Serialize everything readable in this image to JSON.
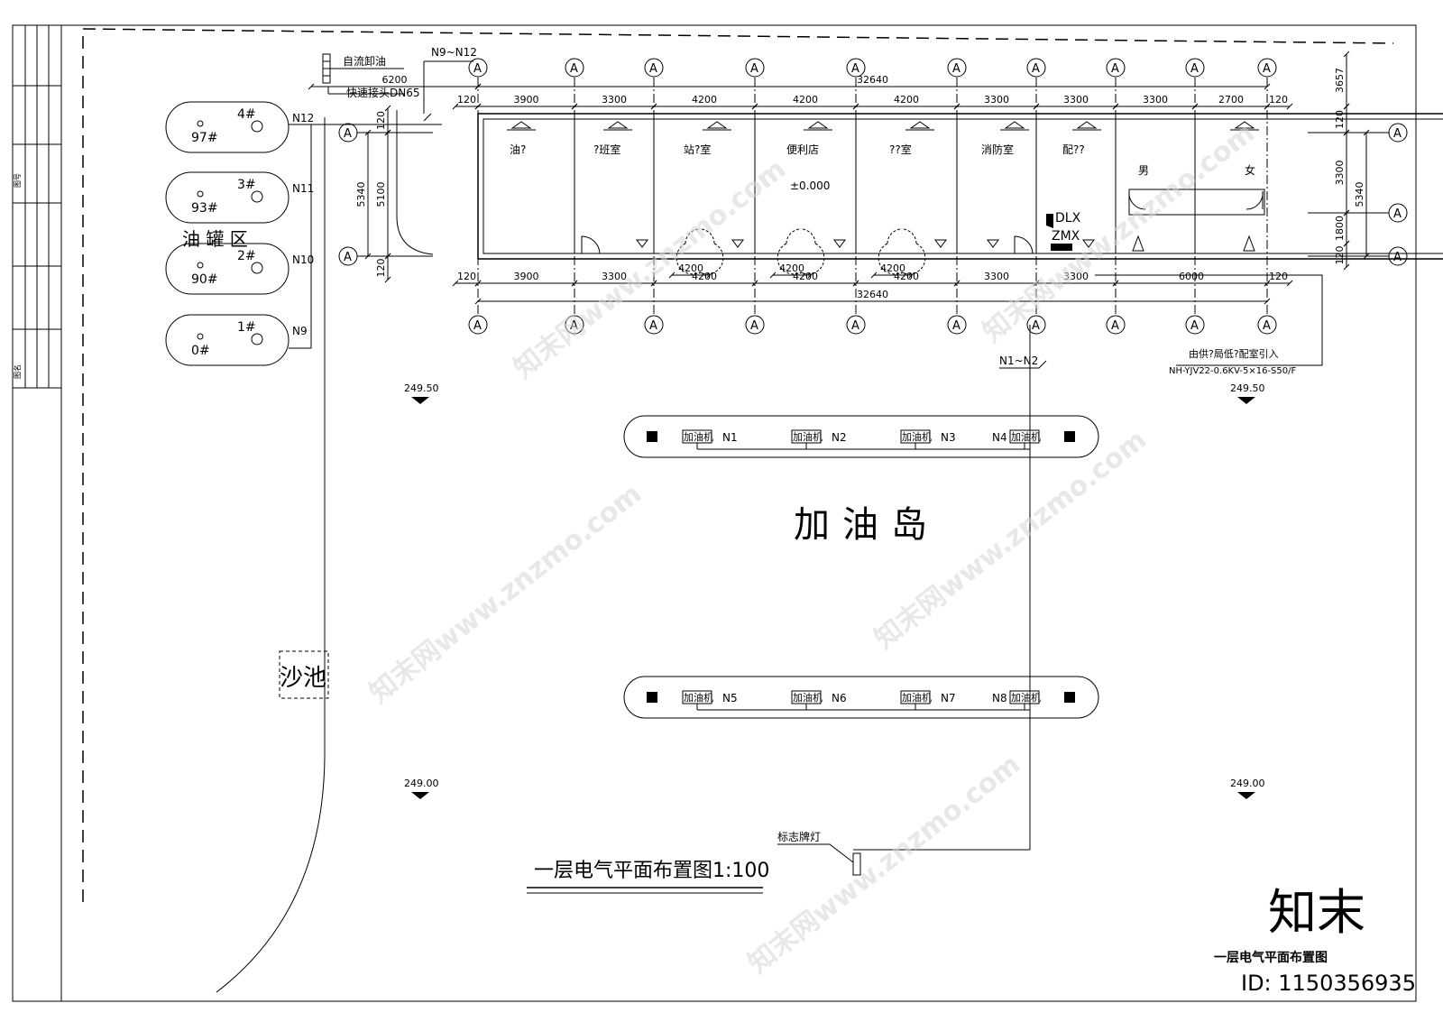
{
  "drawing": {
    "title": "一层电气平面布置图1:100",
    "corner_title": "一层电气平面布置图",
    "tank_area_label": "油 罐 区",
    "island_label": "加油岛",
    "sand_pool_label": "沙池",
    "sign_light_label": "标志牌灯",
    "gravity_unload_label": "自流卸油",
    "quick_joint_label": "快速接头DN65",
    "feed_note_1": "由供?局低?配室引入",
    "feed_note_2": "NH-YJV22-0.6KV-5×16-S50/F",
    "cable_n9_n12": "N9~N12",
    "cable_n1_n2": "N1~N2",
    "elevations": [
      "249.50",
      "249.50",
      "249.00",
      "249.00"
    ],
    "floor_level": "±0.000",
    "panel_dlx": "DLX",
    "panel_zmx": "ZMX",
    "watermark_logo": "知末",
    "watermark_id": "ID: 1150356935",
    "watermark_site": "知末网www.znzmo.com"
  },
  "title_block": {
    "col_label_1": "图号",
    "col_label_2": "图名"
  },
  "tanks": [
    {
      "id": "4#",
      "fuel": "97#",
      "circuit": "N12"
    },
    {
      "id": "3#",
      "fuel": "93#",
      "circuit": "N11"
    },
    {
      "id": "2#",
      "fuel": "90#",
      "circuit": "N10"
    },
    {
      "id": "1#",
      "fuel": "0#",
      "circuit": "N9"
    }
  ],
  "rooms": [
    {
      "name": "油?"
    },
    {
      "name": "?班室"
    },
    {
      "name": "站?室"
    },
    {
      "name": "便利店"
    },
    {
      "name": "??室"
    },
    {
      "name": "消防室"
    },
    {
      "name": "配??"
    },
    {
      "name": "男"
    },
    {
      "name": "女"
    }
  ],
  "axis_label": "A",
  "dims_top": [
    "120",
    "3900",
    "3300",
    "4200",
    "4200",
    "4200",
    "3300",
    "3300",
    "3300",
    "2700",
    "120"
  ],
  "dims_bottom": [
    "120",
    "3900",
    "3300",
    "4200",
    "4200",
    "4200",
    "3300",
    "3300",
    "6000",
    "120"
  ],
  "dim_total": "32640",
  "dim_top_run": "6200",
  "dim_left": [
    "5340",
    "5100",
    "120",
    "120"
  ],
  "dim_right": [
    "3657",
    "120",
    "3300",
    "5340",
    "1800",
    "120"
  ],
  "dispenser_label": "加油机",
  "dispensers_row1": [
    "N1",
    "N2",
    "N3",
    "N4"
  ],
  "dispensers_row2": [
    "N5",
    "N6",
    "N7",
    "N8"
  ]
}
